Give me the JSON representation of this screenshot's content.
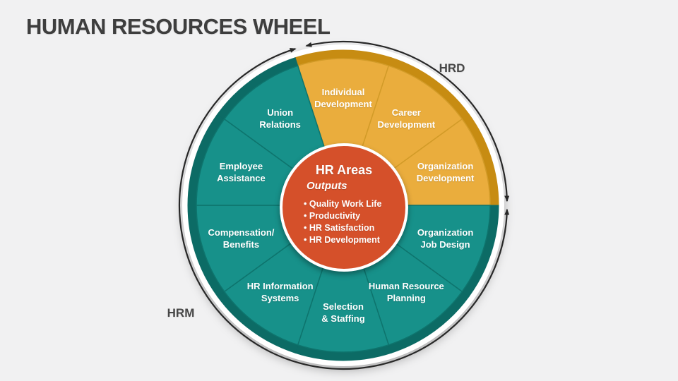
{
  "slide": {
    "title": "HUMAN RESOURCES WHEEL"
  },
  "colors": {
    "background": "#f1f1f2",
    "title": "#3e3e3e",
    "hub_fill": "#d5502a",
    "arc": "#282828",
    "segment_text": "#ffffff",
    "group_label_text": "#474747",
    "hrd_fill": "#eaad3d",
    "hrd_ring": "#c78c12",
    "hrd_separator": "#d29b28",
    "hrm_fill": "#17918a",
    "hrm_ring": "#0c6b65",
    "hrm_separator": "#0e746d"
  },
  "groups": {
    "HRD": {
      "label": "HRD",
      "fill": "#eaad3d",
      "ring": "#c78c12",
      "separator": "#d29b28"
    },
    "HRM": {
      "label": "HRM",
      "fill": "#17918a",
      "ring": "#0c6b65",
      "separator": "#0e746d"
    }
  },
  "segments": [
    {
      "label": "Individual Development",
      "lines": [
        "Individual",
        "Development"
      ],
      "group": "HRD"
    },
    {
      "label": "Career Development",
      "lines": [
        "Career",
        "Development"
      ],
      "group": "HRD"
    },
    {
      "label": "Organization Development",
      "lines": [
        "Organization",
        "Development"
      ],
      "group": "HRD"
    },
    {
      "label": "Organization Job Design",
      "lines": [
        "Organization",
        "Job Design"
      ],
      "group": "HRM"
    },
    {
      "label": "Human Resource Planning",
      "lines": [
        "Human Resource",
        "Planning"
      ],
      "group": "HRM"
    },
    {
      "label": "Selection & Staffing",
      "lines": [
        "Selection",
        "& Staffing"
      ],
      "group": "HRM"
    },
    {
      "label": "HR Information Systems",
      "lines": [
        "HR Information",
        "Systems"
      ],
      "group": "HRM"
    },
    {
      "label": "Compensation/ Benefits",
      "lines": [
        "Compensation/",
        "Benefits"
      ],
      "group": "HRM"
    },
    {
      "label": "Employee Assistance",
      "lines": [
        "Employee",
        "Assistance"
      ],
      "group": "HRM"
    },
    {
      "label": "Union Relations",
      "lines": [
        "Union",
        "Relations"
      ],
      "group": "HRM"
    }
  ],
  "hub": {
    "title": "HR Areas",
    "subtitle": "Outputs",
    "bullets": [
      "Quality Work Life",
      "Productivity",
      "HR Satisfaction",
      "HR Development"
    ]
  },
  "annotations": {
    "hrd": "HRD",
    "hrm": "HRM"
  }
}
